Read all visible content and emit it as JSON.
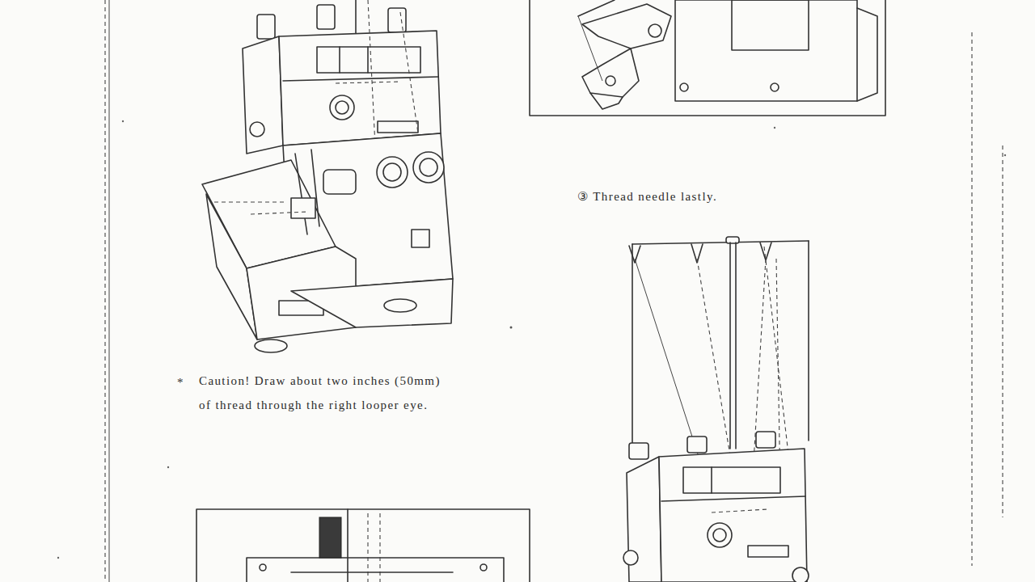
{
  "diagram": {
    "labels": [
      "*",
      "Caution! Draw about two inches (50mm) of thread through the right looper eye.",
      "③ Thread needle lastly."
    ]
  }
}
